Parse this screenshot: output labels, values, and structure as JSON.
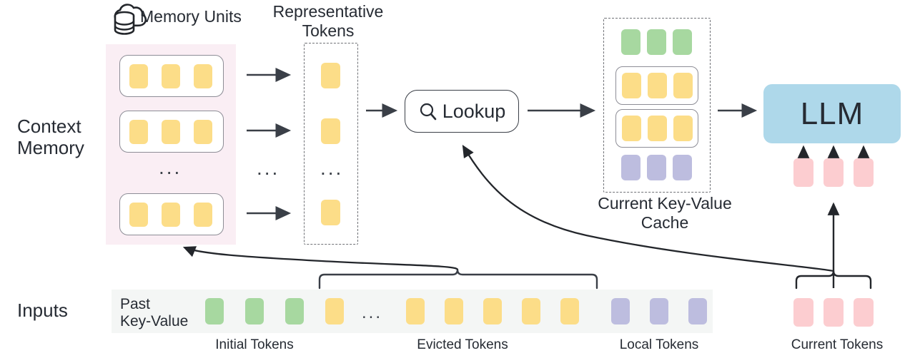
{
  "diagram": {
    "title": "Context Memory LLM inference diagram",
    "colors": {
      "token_yellow": "#fcdd88",
      "token_green": "#a7d8a0",
      "token_purple": "#bdbddf",
      "token_pink": "#fccdd0",
      "memory_background": "#faeef4",
      "inputs_background": "#f4f6f5",
      "llm_fill": "#aed8ea",
      "stroke": "#3a3f47"
    }
  },
  "labels": {
    "memory_units": "Memory Units",
    "representative_tokens": "Representative\nTokens",
    "context_memory": "Context\nMemory",
    "current_kv_cache": "Current Key-Value\nCache",
    "inputs": "Inputs",
    "past_key_value": "Past\nKey-Value",
    "initial_tokens": "Initial Tokens",
    "evicted_tokens": "Evicted Tokens",
    "local_tokens": "Local Tokens",
    "current_tokens": "Current Tokens",
    "lookup": "Lookup",
    "llm": "LLM",
    "ellipsis": "..."
  },
  "icons": {
    "cloud_database": "cloud-database-icon",
    "search": "search-icon"
  },
  "memory_units": [
    {
      "id": "unit-1",
      "tokens": [
        "yellow",
        "yellow",
        "yellow"
      ]
    },
    {
      "id": "unit-2",
      "tokens": [
        "yellow",
        "yellow",
        "yellow"
      ]
    },
    {
      "id": "unit-n",
      "tokens": [
        "yellow",
        "yellow",
        "yellow"
      ]
    }
  ],
  "representative_tokens": [
    "yellow",
    "yellow",
    "yellow"
  ],
  "current_kv_cache": {
    "rows": [
      {
        "id": "kv-green",
        "boxed": false,
        "tokens": [
          "green",
          "green",
          "green"
        ]
      },
      {
        "id": "kv-yellow-1",
        "boxed": true,
        "tokens": [
          "yellow",
          "yellow",
          "yellow"
        ]
      },
      {
        "id": "kv-yellow-2",
        "boxed": true,
        "tokens": [
          "yellow",
          "yellow",
          "yellow"
        ]
      },
      {
        "id": "kv-purple",
        "boxed": false,
        "tokens": [
          "purple",
          "purple",
          "purple"
        ]
      }
    ]
  },
  "llm_input_tokens": [
    "pink",
    "pink",
    "pink"
  ],
  "inputs_row": {
    "past_key_value_groups": [
      {
        "name": "initial",
        "tokens": [
          "green",
          "green",
          "green"
        ]
      },
      {
        "name": "evicted-head",
        "tokens": [
          "yellow"
        ]
      },
      {
        "name": "evicted-ellipsis",
        "tokens": []
      },
      {
        "name": "evicted-tail",
        "tokens": [
          "yellow",
          "yellow",
          "yellow",
          "yellow",
          "yellow"
        ]
      },
      {
        "name": "local",
        "tokens": [
          "purple",
          "purple",
          "purple"
        ]
      }
    ],
    "current_tokens": [
      "pink",
      "pink",
      "pink"
    ]
  }
}
